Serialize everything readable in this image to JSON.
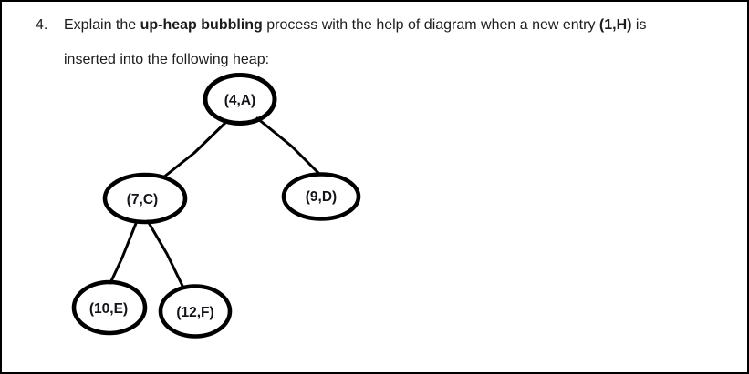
{
  "page": {
    "background": "#ffffff",
    "border_color": "#000000",
    "text_color": "#1c1c1c"
  },
  "question": {
    "number": "4.",
    "line1": [
      {
        "text": "Explain the ",
        "bold": false
      },
      {
        "text": "up-heap bubbling",
        "bold": true
      },
      {
        "text": " process with the help of diagram when a new entry ",
        "bold": false
      },
      {
        "text": "(1,H)",
        "bold": true
      },
      {
        "text": " is",
        "bold": false
      }
    ],
    "line2": "inserted into the following heap:"
  },
  "diagram": {
    "type": "binary-tree-heap",
    "stroke_color": "#000000",
    "nodes": [
      {
        "id": "root",
        "label": "(4,A)",
        "parent": null
      },
      {
        "id": "left",
        "label": "(7,C)",
        "parent": "root"
      },
      {
        "id": "right",
        "label": "(9,D)",
        "parent": "root"
      },
      {
        "id": "left-left",
        "label": "(10,E)",
        "parent": "left"
      },
      {
        "id": "left-right",
        "label": "(12,F)",
        "parent": "left"
      }
    ],
    "edges": [
      {
        "from": "(4,A)",
        "to": "(7,C)"
      },
      {
        "from": "(4,A)",
        "to": "(9,D)"
      },
      {
        "from": "(7,C)",
        "to": "(10,E)"
      },
      {
        "from": "(7,C)",
        "to": "(12,F)"
      }
    ]
  }
}
